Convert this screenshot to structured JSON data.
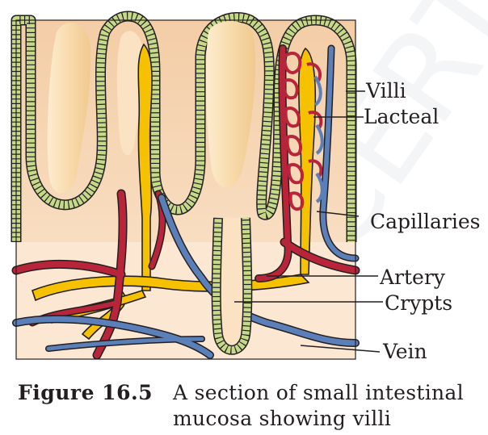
{
  "labels": {
    "villi": "Villi",
    "lacteal": "Lacteal",
    "capillaries": "Capillaries",
    "artery": "Artery",
    "crypts": "Crypts",
    "vein": "Vein"
  },
  "caption": {
    "figure_label": "Figure 16.5",
    "line1": "A section of small intestinal",
    "line2": "mucosa showing villi"
  },
  "colors": {
    "epithelium": "#c6d98a",
    "tissue": "#f6d3ac",
    "lacteal": "#f6c200",
    "artery": "#b8243a",
    "vein": "#5b7fb8",
    "outline": "#231f20"
  }
}
